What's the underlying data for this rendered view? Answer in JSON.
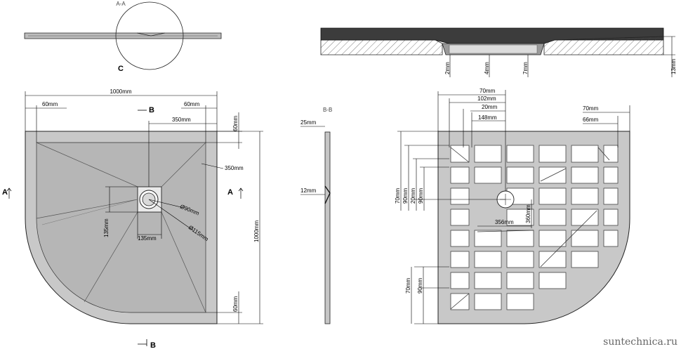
{
  "section_labels": {
    "aa": "A-A",
    "c": "C",
    "bb": "B-B",
    "a": "A",
    "b": "B"
  },
  "front_view": {
    "dims": {
      "total_width": "1000mm",
      "left_offset": "60mm",
      "right_offset": "60mm",
      "drain_offset": "350mm",
      "top_offset": "60mm",
      "side_offset": "350mm",
      "total_height": "1000mm",
      "bottom_offset": "60mm",
      "drain_size_v": "135mm",
      "drain_size_h": "135mm",
      "drain_d1": "Ø90mm",
      "drain_d2": "Ø115mm"
    }
  },
  "top_section": {
    "dims": {
      "d1": "2mm",
      "d2": "4mm",
      "d3": "7mm",
      "d4": "13mm"
    }
  },
  "side_section": {
    "dims": {
      "top": "25mm",
      "mid": "12mm"
    }
  },
  "bottom_view": {
    "dims": {
      "h70": "70mm",
      "h102": "102mm",
      "h20": "20mm",
      "h148": "148mm",
      "h70r": "70mm",
      "h66": "66mm",
      "v70": "70mm",
      "v90": "90mm",
      "v20": "20mm",
      "v90b": "90mm",
      "v360": "360mm",
      "h356": "356mm",
      "v70b": "70mm",
      "v90c": "90mm"
    }
  },
  "watermark": "suntechnica.ru"
}
